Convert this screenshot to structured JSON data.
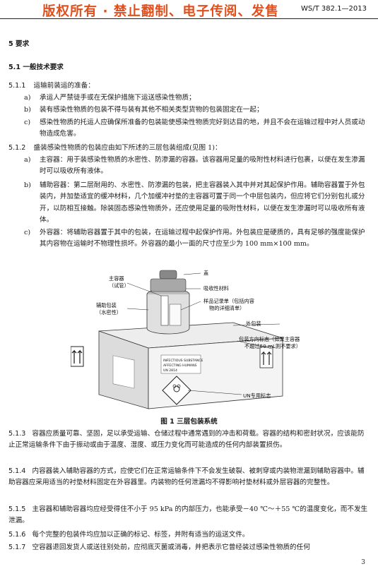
{
  "header": {
    "watermark": "版权所有 ·   禁止翻制、电子传阅、发售",
    "doc_code": "WS/T 382.1—2013"
  },
  "section5": {
    "title": "5   要求",
    "s51": "5.1   一般技术要求",
    "s511_num": "5.1.1",
    "s511_text": "运输前装运的准备：",
    "s511_items": [
      {
        "mark": "a)",
        "text": "承运人严禁徒手或在无保护措施下运送感染性物质；"
      },
      {
        "mark": "b)",
        "text": "装有感染性物质的包装不得与装有其他不相关类型货物的包装固定在一起；"
      },
      {
        "mark": "c)",
        "text": "感染性物质的托运人应确保所准备的包装能使感染性物质完好到达目的地，并且不会在运输过程中对人员或动物造成危害。"
      }
    ],
    "s512_num": "5.1.2",
    "s512_text": "盛装感染性物质的包装应由如下所述的三层包装组成(见图 1)：",
    "s512_items": [
      {
        "mark": "a)",
        "text": "主容器：用于装感染性物质的水密性、防渗漏的容器。该容器用足量的吸附性材料进行包裹，以便在发生渗漏时可以吸收所有液体。"
      },
      {
        "mark": "b)",
        "text": "辅助容器：第二层耐用的、水密性、防渗漏的包装，把主容器装入其中并对其起保护作用。辅助容器置于外包装内，并加垫适宜的缓冲材料，几个加缓冲衬垫的主容器可置于同一个中层包装内，但应将它们分别包扎或分开，以防相互接触。除装固态感染性物质外，还应使用足量的吸附性材料，以便在发生渗漏时可以吸收所有液体。"
      },
      {
        "mark": "c)",
        "text": "外容器：将辅助容器置于其中的包装，在运输过程中起保护作用。外包装应是硬质的，具有足够的强度能保护其内容物在运输时不物理性损坏。外容器的最小一面的尺寸应至少为 100 mm×100 mm。"
      }
    ],
    "figure": {
      "labels": {
        "cap_lid": "盖",
        "primary": "主容器",
        "primary_sub": "（试管）",
        "absorb": "吸收性材料",
        "sample": "样品记录单（包括内容",
        "sample2": "物的详细清单）",
        "secondary": "辅助包装",
        "secondary_sub": "（水密性）",
        "outer": "外包装",
        "orient": "包装方向标志（如果主容器",
        "orient2": "不超过50 mL则不要求）",
        "un": "UN专用标志",
        "box_text1": "INFECTIOUS SUBSTANCE",
        "box_text2": "AFFECTING HUMANS",
        "box_text3": "UN 2814"
      },
      "caption": "图 1   三层包装系统"
    },
    "paras": [
      {
        "num": "5.1.3",
        "text": "容器应质量可靠、坚固，足以承受运输、仓储过程中通常遇到的冲击和荷载。容器的结构和密封状况，应该能防止正常运输条件下由于振动或由于温度、湿度、或压力变化而可能造成的任何内部装置损伤。"
      },
      {
        "num": "5.1.4",
        "text": "内容器装入辅助容器的方式，应使它们在正常运输条件下不会发生破裂、被刺穿或内装物泄漏到辅助容器中。辅助容器应采用适当的衬垫材料固定在外容器里。内装物的任何泄漏均不得影响衬垫材料或外层容器的完整性。"
      },
      {
        "num": "5.1.5",
        "text": "主容器和辅助容器均应经受得住不小于 95 kPa 的内部压力，也能承受－40 ℃～＋55 ℃的温度变化，而不发生泄漏。"
      },
      {
        "num": "5.1.6",
        "text": "每个完整的包装件均应加以正确的标记、标签，并附有适当的运送文件。"
      },
      {
        "num": "5.1.7",
        "text": "空容器退回发货人或送往别处前，应彻底灭菌或消毒，并把表示它曾经装过感染性物质的任何"
      }
    ]
  },
  "page_number": "3"
}
